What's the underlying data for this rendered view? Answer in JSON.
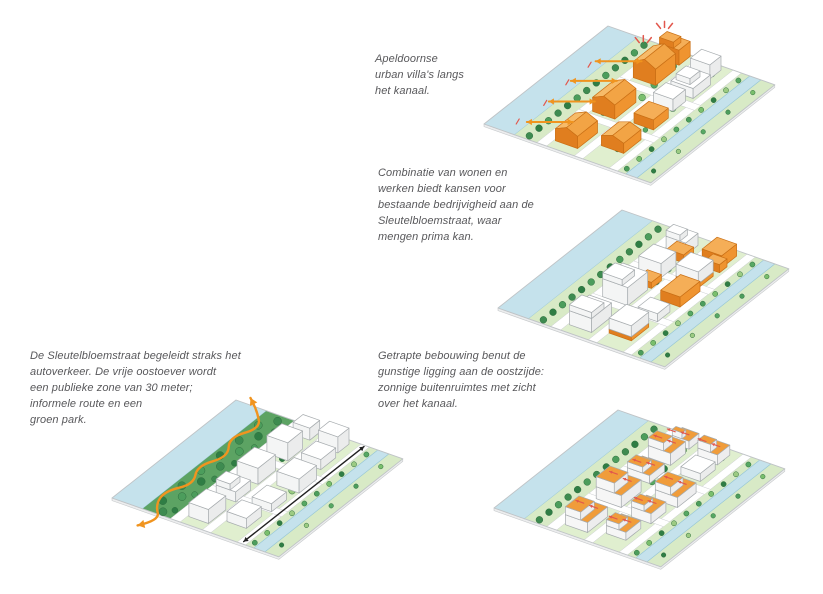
{
  "page": {
    "background": "#FFFFFF"
  },
  "colors": {
    "accent_orange": "#EF9430",
    "accent_orange_dark": "#E07E1F",
    "accent_orange_light": "#F5AE57",
    "arrow_orange": "#F0941F",
    "accent_red": "#E2574C",
    "arrow_black": "#222222",
    "canal_blue": "#C5E2EC",
    "canal_edge": "#93C4D6",
    "bank_green": "#D8EAC6",
    "bank_green_dark": "#5CA363",
    "block_green": "#E0EFCF",
    "tree_green": "#4C9D5C",
    "outline_gray": "#BFC3C6",
    "text_gray": "#58585B"
  },
  "figures": [
    {
      "id": "urban-villas",
      "caption": "Apeldoornse\nurban villa's langs\nhet kanaal.",
      "alt": "Isometric block diagram with orange urban villas along the canal and double orange arrows linking canal and villas"
    },
    {
      "id": "wonen-werken",
      "caption": "Combinatie van wonen en\nwerken biedt kansen voor\nbestaande bedrijvigheid aan de\nSleutelbloemstraat, waar\nmengen prima kan.",
      "alt": "Isometric block diagram with white buildings, orange plinths and orange work buildings near the Sleutelbloemstraat"
    },
    {
      "id": "oostoever",
      "caption": "De Sleutelbloemstraat begeleidt straks het\nautoverkeer. De vrije oostoever wordt\neen publieke zone van 30 meter;\ninformele route en een\ngroen park.",
      "alt": "Isometric block diagram with a dark green public zone along the canal bank, a winding orange informal route and a black traffic arrow on the Sleutelbloemstraat"
    },
    {
      "id": "getrapt",
      "caption": "Getrapte bebouwing benut de\ngunstige ligging aan de oostzijde:\nzonnige buitenruimtes met zicht\nover het kanaal.",
      "alt": "Isometric block diagram with stepped buildings, orange roof terraces and small red view arrows toward the canal"
    }
  ]
}
